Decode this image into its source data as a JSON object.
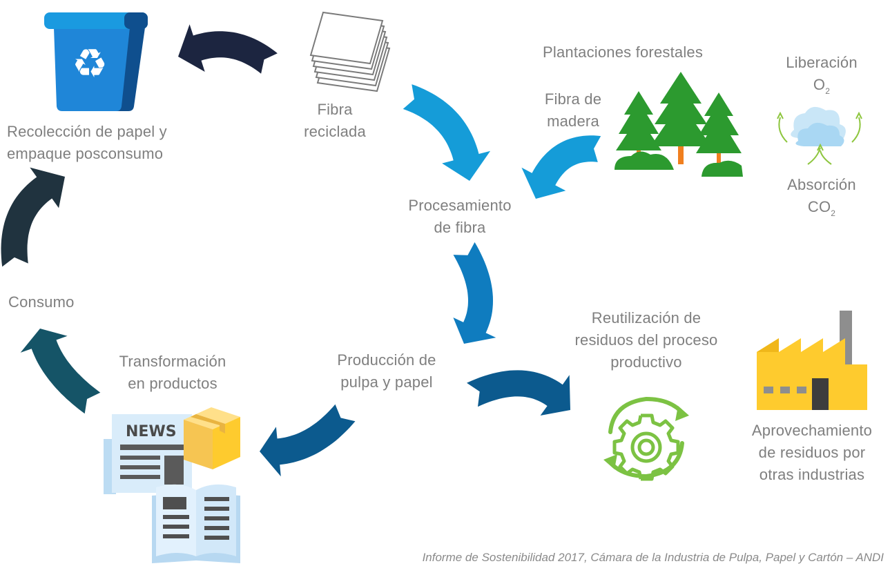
{
  "labels": {
    "recoleccion": [
      "Recolección de papel y",
      "empaque posconsumo"
    ],
    "fibra_reciclada": [
      "Fibra",
      "reciclada"
    ],
    "plantaciones": "Plantaciones forestales",
    "fibra_madera": [
      "Fibra de",
      "madera"
    ],
    "liberacion": "Liberación",
    "o2_main": "O",
    "o2_sub": "2",
    "absorcion": "Absorción",
    "co2_main": "CO",
    "co2_sub": "2",
    "procesamiento": [
      "Procesamiento",
      "de fibra"
    ],
    "consumo": "Consumo",
    "transformacion": [
      "Transformación",
      "en productos"
    ],
    "produccion": [
      "Producción de",
      "pulpa y papel"
    ],
    "reutilizacion": [
      "Reutilización de",
      "residuos del proceso",
      "productivo"
    ],
    "aprovechamiento": [
      "Aprovechamiento",
      "de residuos por",
      "otras industrias"
    ],
    "news": "NEWS"
  },
  "credit": "Informe de Sostenibilidad 2017, Cámara de la Industria de Pulpa, Papel y Cartón – ANDI",
  "colors": {
    "dark_navy": "#1c2540",
    "dark_slate": "#20333f",
    "teal": "#155467",
    "light_blue": "#159cd8",
    "mid_blue": "#0f7cbf",
    "navy_blue": "#0c5a8e",
    "label_gray": "#7f7f7f",
    "bin_blue": "#1f86d8",
    "tree_green": "#2c9a2f",
    "gear_green": "#7cc243",
    "factory_yellow": "#fecb2e",
    "chimney_gray": "#8e8e8e"
  },
  "icons": [
    "recycle-bin-icon",
    "paper-stack-icon",
    "trees-icon",
    "cloud-icon",
    "factory-icon",
    "gear-recycle-icon",
    "newspaper-icon",
    "box-icon",
    "open-book-icon"
  ]
}
